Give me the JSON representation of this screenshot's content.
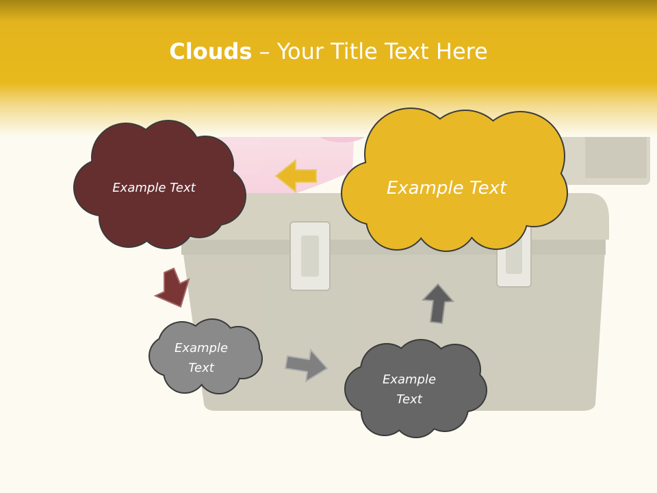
{
  "title": {
    "bold": "Clouds",
    "separator": " – ",
    "rest": "Your Title Text Here"
  },
  "clouds": [
    {
      "text": "Example Text",
      "color": "#652f30"
    },
    {
      "text": "Example Text",
      "color": "#e8b826"
    },
    {
      "text": "Example Text",
      "color": "#8a8a8a"
    },
    {
      "text": "Example Text",
      "color": "#666666"
    }
  ],
  "arrows": [
    {
      "direction": "left",
      "color": "#e8b826"
    },
    {
      "direction": "down-left",
      "color": "#7a3535"
    },
    {
      "direction": "right",
      "color": "#808080"
    },
    {
      "direction": "up",
      "color": "#5e5e5e"
    }
  ],
  "colors": {
    "header": "#e6b61f",
    "background": "#fdfbf1"
  }
}
